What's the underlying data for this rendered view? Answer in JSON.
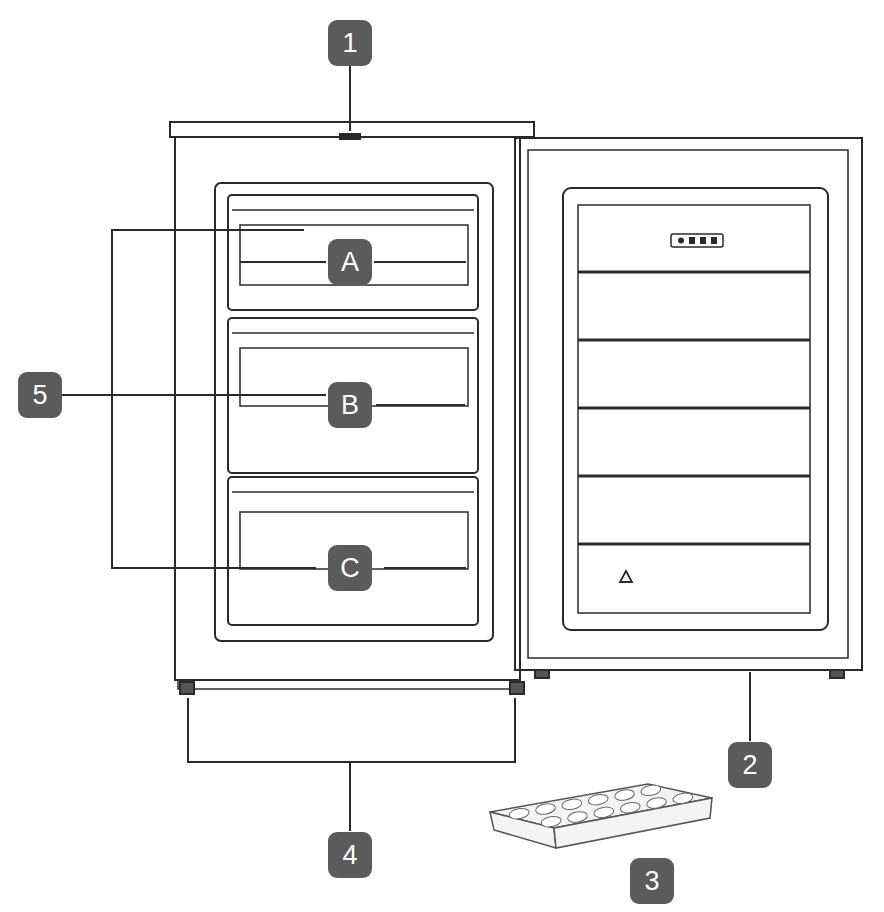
{
  "diagram": {
    "labels": [
      "1",
      "A",
      "5",
      "B",
      "C",
      "2",
      "4",
      "3"
    ]
  }
}
